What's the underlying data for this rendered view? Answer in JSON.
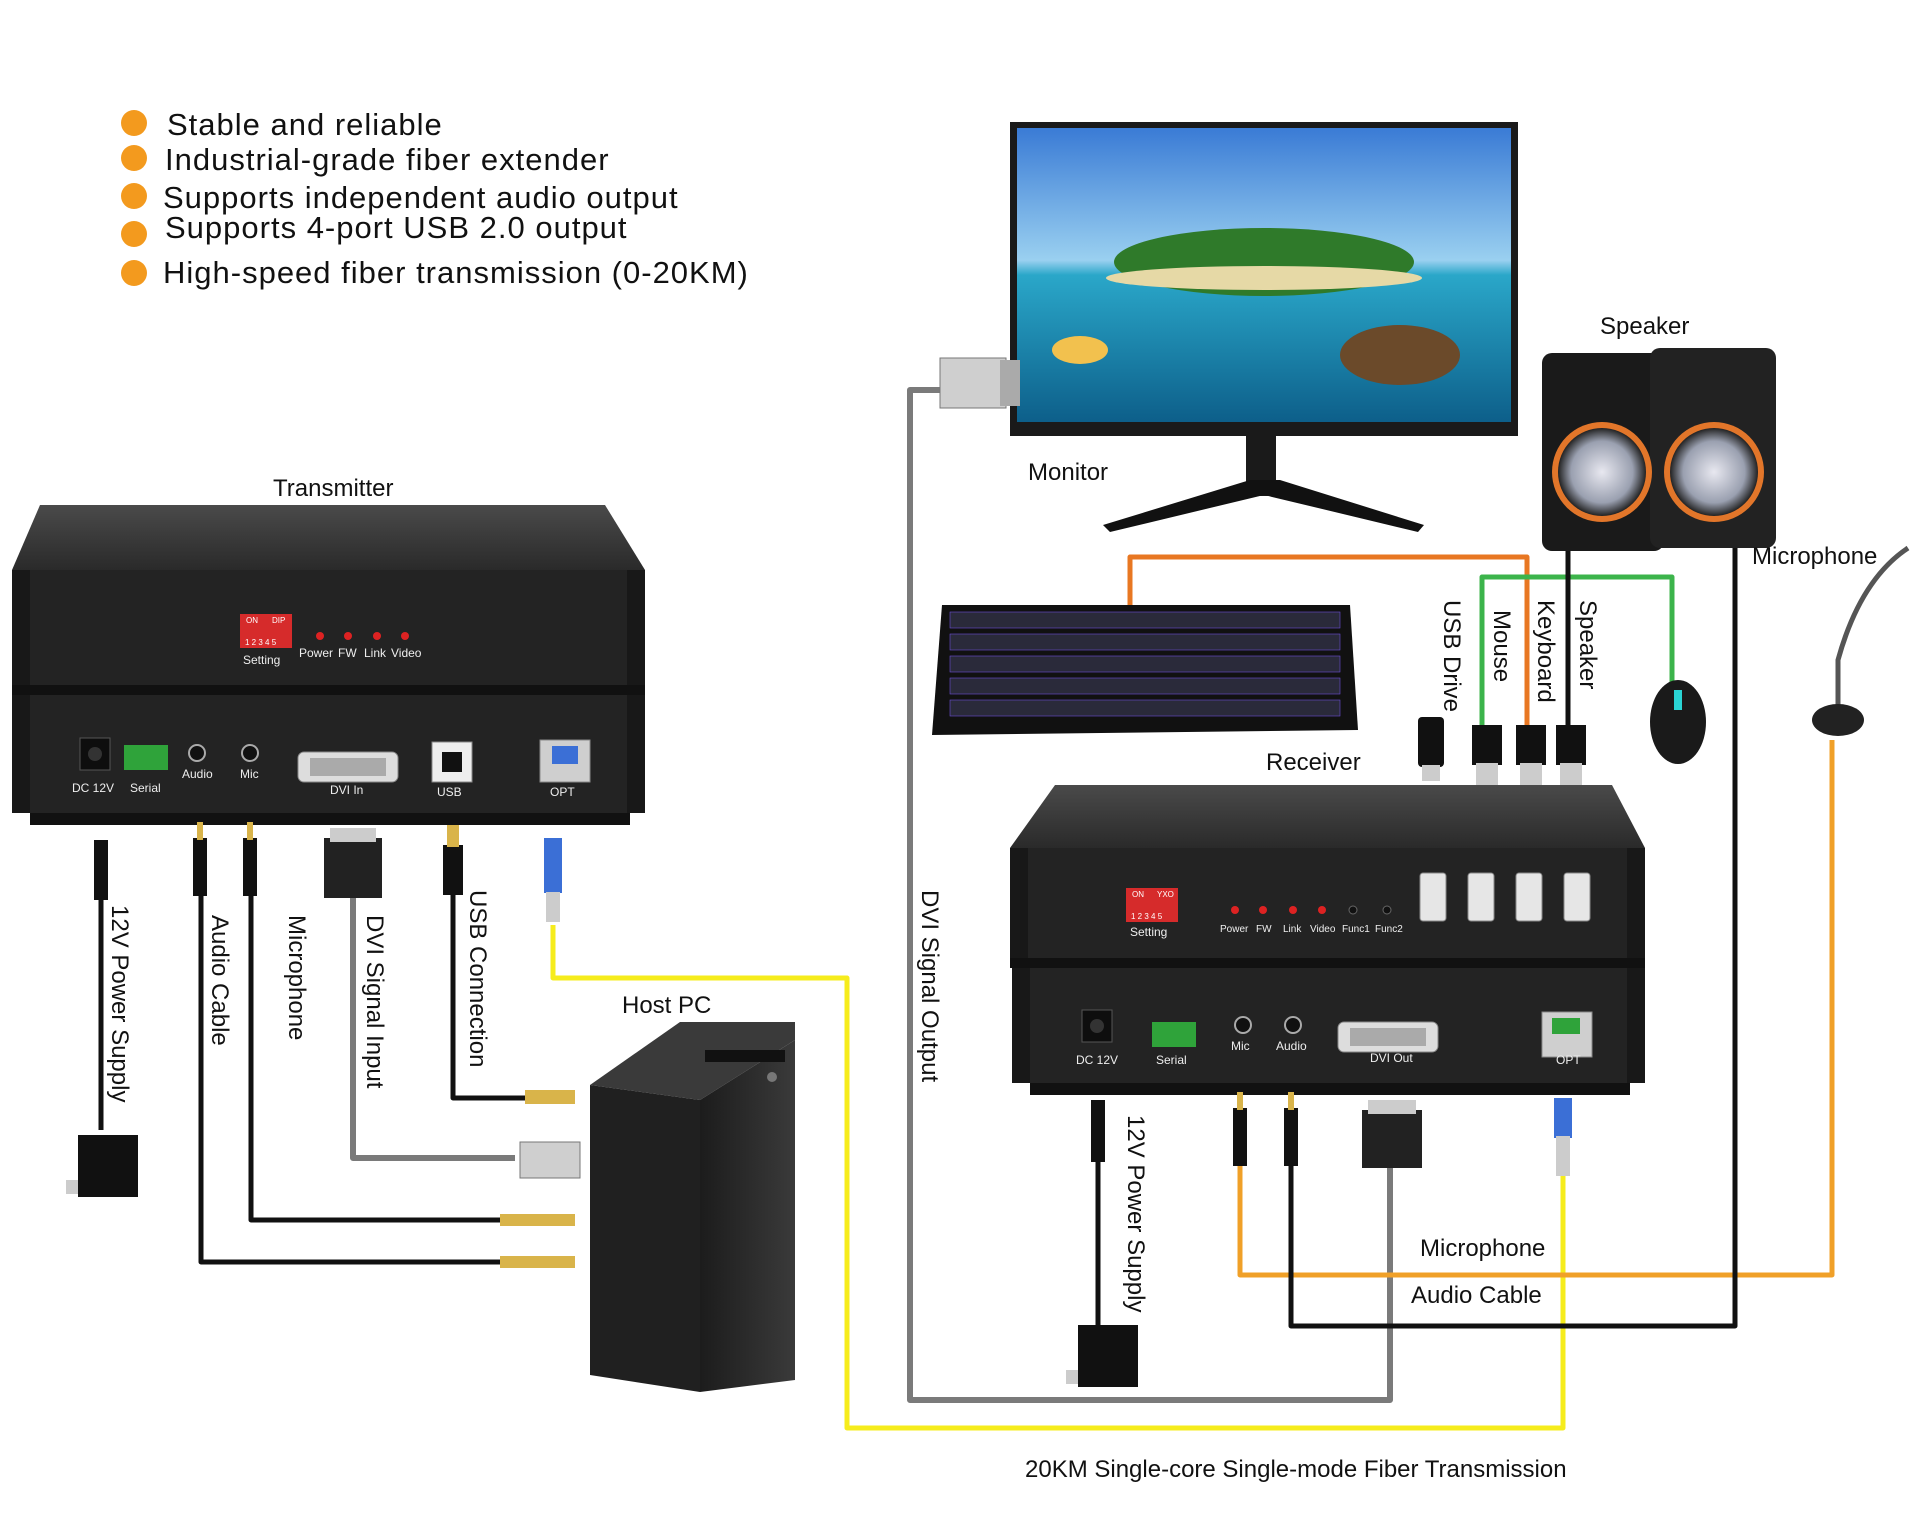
{
  "features": [
    "Stable and reliable",
    "Industrial-grade fiber extender",
    "Supports independent audio output",
    "Supports 4-port USB 2.0 output",
    "High-speed fiber transmission (0-20KM)"
  ],
  "labels": {
    "transmitter": "Transmitter",
    "receiver": "Receiver",
    "host_pc": "Host PC",
    "monitor": "Monitor",
    "speaker": "Speaker",
    "microphone_device": "Microphone",
    "footer": "20KM Single-core Single-mode Fiber Transmission"
  },
  "tx_front": {
    "setting": "Setting",
    "leds": [
      "Power",
      "FW",
      "Link",
      "Video"
    ],
    "dip_on": "ON",
    "dip_label": "DIP",
    "dip_numbers": "1 2 3 4 5"
  },
  "tx_back": {
    "dc": "DC 12V",
    "serial": "Serial",
    "audio": "Audio",
    "mic": "Mic",
    "dvi": "DVI In",
    "usb": "USB",
    "opt": "OPT"
  },
  "rx_front": {
    "setting": "Setting",
    "leds": [
      "Power",
      "FW",
      "Link",
      "Video",
      "Func1",
      "Func2"
    ],
    "dip_on": "ON",
    "dip_label": "YXO",
    "dip_numbers": "1 2 3 4 5"
  },
  "rx_back": {
    "dc": "DC 12V",
    "serial": "Serial",
    "mic": "Mic",
    "audio": "Audio",
    "dvi": "DVI Out",
    "opt": "OPT"
  },
  "tx_cables": [
    "12V Power Supply",
    "Audio Cable",
    "Microphone",
    "DVI Signal Input",
    "USB Connection"
  ],
  "usb_devices": [
    "USB Drive",
    "Mouse",
    "Keyboard",
    "Speaker"
  ],
  "dvi_output": "DVI Signal Output",
  "rx_power": "12V Power Supply",
  "rx_microphone": "Microphone",
  "rx_audio_cable": "Audio Cable",
  "colors": {
    "bullet": "#f39a1e",
    "fiber": "#f6ec1c",
    "orange_cable": "#f0a028",
    "green_cable": "#3cb44b",
    "keyboard_cable": "#e87722",
    "dvi_cable": "#7a7a7a",
    "black_cable": "#111111",
    "chassis": "#262626"
  }
}
